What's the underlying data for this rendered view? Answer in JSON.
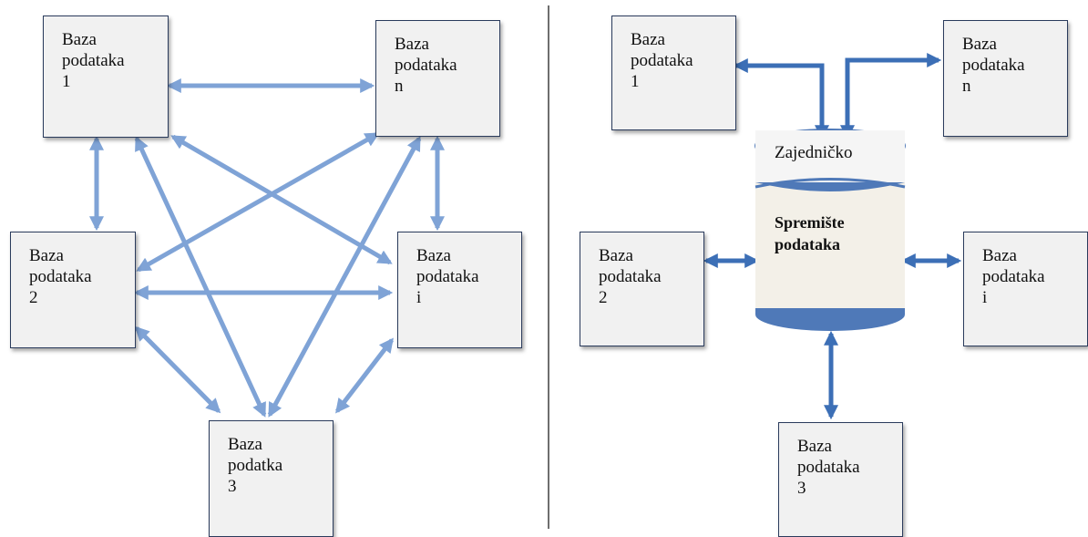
{
  "left": {
    "db1": [
      "Baza",
      "podataka",
      "1"
    ],
    "dbn": [
      "Baza",
      "podataka",
      "n"
    ],
    "db2": [
      "Baza",
      "podataka",
      "2"
    ],
    "dbi": [
      "Baza",
      "podataka",
      "i"
    ],
    "db3": [
      "Baza",
      "podatka",
      "3"
    ]
  },
  "right": {
    "db1": [
      "Baza",
      "podataka",
      "1"
    ],
    "dbn": [
      "Baza",
      "podataka",
      "n"
    ],
    "db2": [
      "Baza",
      "podataka",
      "2"
    ],
    "dbi": [
      "Baza",
      "podataka",
      "i"
    ],
    "db3": [
      "Baza",
      "podataka",
      "3"
    ],
    "repository_top": "Zajedničko",
    "repository_body": [
      "Spremište",
      "podataka"
    ]
  },
  "colors": {
    "left_arrow": "#7fa3d6",
    "right_arrow": "#3c6fb6",
    "box_fill": "#f1f1f1",
    "box_border": "#2a3b5c",
    "cylinder_blue": "#4f79b8",
    "cylinder_fill": "#f3f0e8"
  }
}
